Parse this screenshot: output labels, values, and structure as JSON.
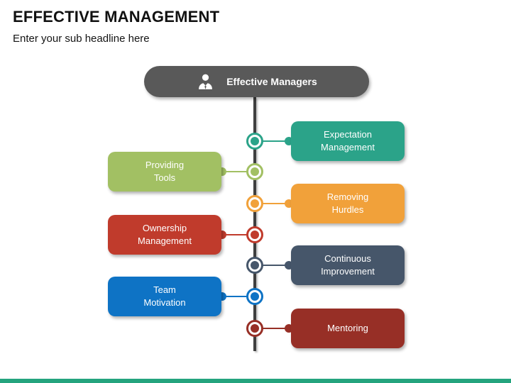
{
  "slide": {
    "title": "EFFECTIVE MANAGEMENT",
    "subtitle": "Enter your sub headline here",
    "accent_bar_color": "#24a47e"
  },
  "diagram": {
    "root": {
      "label": "Effective Managers",
      "color": "#595959",
      "icon": "person-icon"
    },
    "spine_color": "#3f3f3f",
    "items": [
      {
        "label": "Expectation\nManagement",
        "side": "right",
        "color": "#2ba389"
      },
      {
        "label": "Providing\nTools",
        "side": "left",
        "color": "#a2c063"
      },
      {
        "label": "Removing\nHurdles",
        "side": "right",
        "color": "#f1a13a"
      },
      {
        "label": "Ownership\nManagement",
        "side": "left",
        "color": "#c03b2c"
      },
      {
        "label": "Continuous\nImprovement",
        "side": "right",
        "color": "#46566a"
      },
      {
        "label": "Team\nMotivation",
        "side": "left",
        "color": "#0e73c5"
      },
      {
        "label": "Mentoring",
        "side": "right",
        "color": "#972f26"
      }
    ]
  }
}
